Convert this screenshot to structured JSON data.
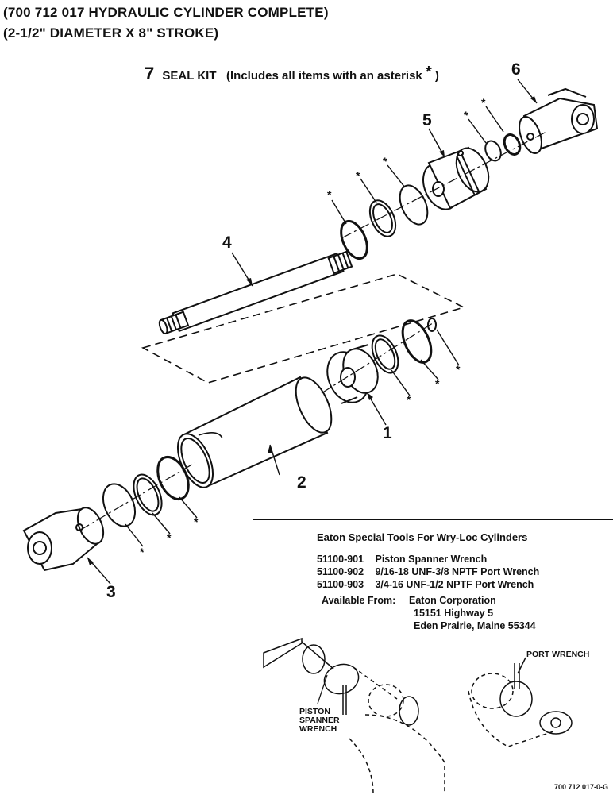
{
  "header": {
    "line1": "(700 712 017 HYDRAULIC CYLINDER COMPLETE)",
    "line2": "(2-1/2\" DIAMETER X 8\" STROKE)"
  },
  "seal_kit": {
    "number": "7",
    "label": "SEAL KIT",
    "note": "(Includes all items with an asterisk",
    "note_end": ")",
    "asterisk": "*"
  },
  "callouts": {
    "c1": "1",
    "c2": "2",
    "c3": "3",
    "c4": "4",
    "c5": "5",
    "c6": "6"
  },
  "asterisk": "*",
  "tools_box": {
    "title": "Eaton Special Tools For Wry-Loc Cylinders",
    "tools": [
      {
        "part": "51100-901",
        "desc": "Piston Spanner Wrench"
      },
      {
        "part": "51100-902",
        "desc": "9/16-18 UNF-3/8 NPTF Port Wrench"
      },
      {
        "part": "51100-903",
        "desc": "3/4-16 UNF-1/2 NPTF Port Wrench"
      }
    ],
    "available_label": "Available From:",
    "address": [
      "Eaton Corporation",
      "15151 Highway 5",
      "Eden Prairie, Maine  55344"
    ],
    "port_wrench_label": "PORT WRENCH",
    "spanner_label": [
      "PISTON",
      "SPANNER",
      "WRENCH"
    ]
  },
  "doc_number": "700 712 017-0-G"
}
